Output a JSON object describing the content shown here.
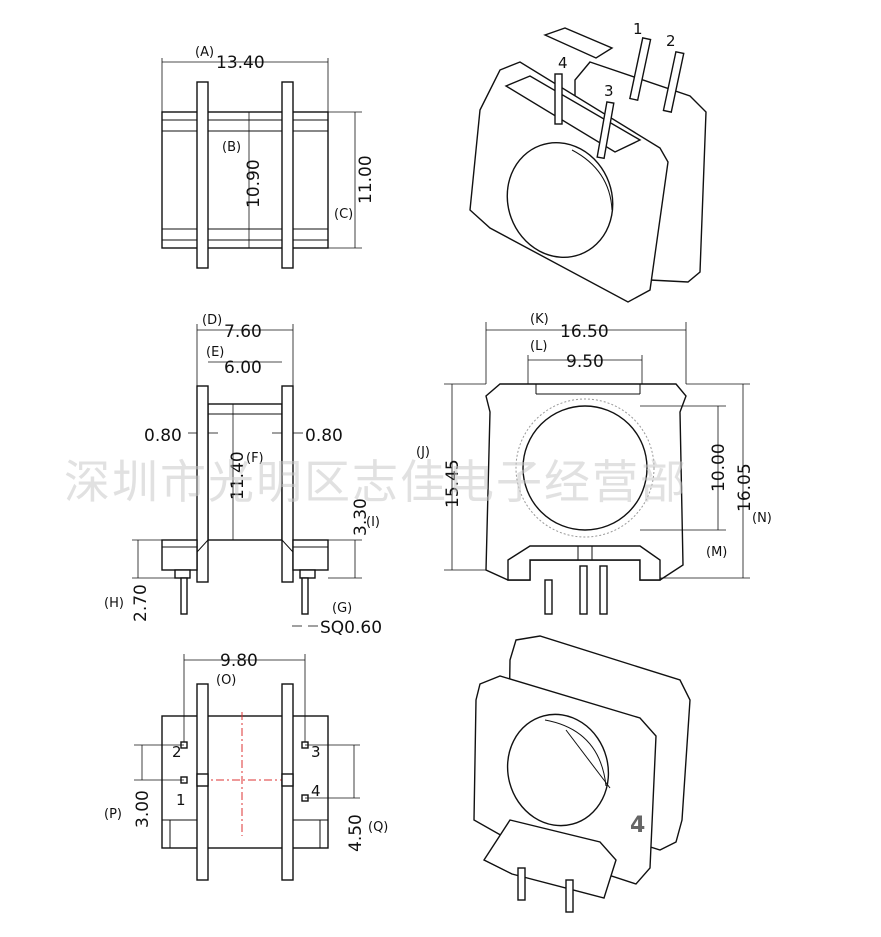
{
  "watermark": "深圳市光明区志佳电子经营部",
  "top_view": {
    "A": {
      "tag": "(A)",
      "value": "13.40"
    },
    "B": {
      "tag": "(B)",
      "value": "10.90"
    },
    "C": {
      "tag": "(C)",
      "value": "11.00"
    }
  },
  "front_view": {
    "D": {
      "tag": "(D)",
      "value": "7.60"
    },
    "E": {
      "tag": "(E)",
      "value": "6.00"
    },
    "F": {
      "tag": "(F)",
      "value": "11.40"
    },
    "flange_left": "0.80",
    "flange_right": "0.80",
    "I": {
      "tag": "(I)",
      "value": "3.30"
    },
    "H": {
      "tag": "(H)",
      "value": "2.70"
    },
    "G": {
      "tag": "(G)",
      "value": "SQ0.60"
    }
  },
  "side_view": {
    "K": {
      "tag": "(K)",
      "value": "16.50"
    },
    "L": {
      "tag": "(L)",
      "value": "9.50"
    },
    "J": {
      "tag": "(J)",
      "value": "15.45"
    },
    "M": {
      "tag": "(M)",
      "value": "10.00"
    },
    "N": {
      "tag": "(N)",
      "value": "16.05"
    }
  },
  "bottom_view": {
    "O": {
      "tag": "(O)",
      "value": "9.80"
    },
    "P": {
      "tag": "(P)",
      "value": "3.00"
    },
    "Q": {
      "tag": "(Q)",
      "value": "4.50"
    },
    "pins": [
      "1",
      "2",
      "3",
      "4"
    ]
  },
  "iso_top_pins": [
    "1",
    "2",
    "3",
    "4"
  ],
  "iso_bottom_pin": "4"
}
